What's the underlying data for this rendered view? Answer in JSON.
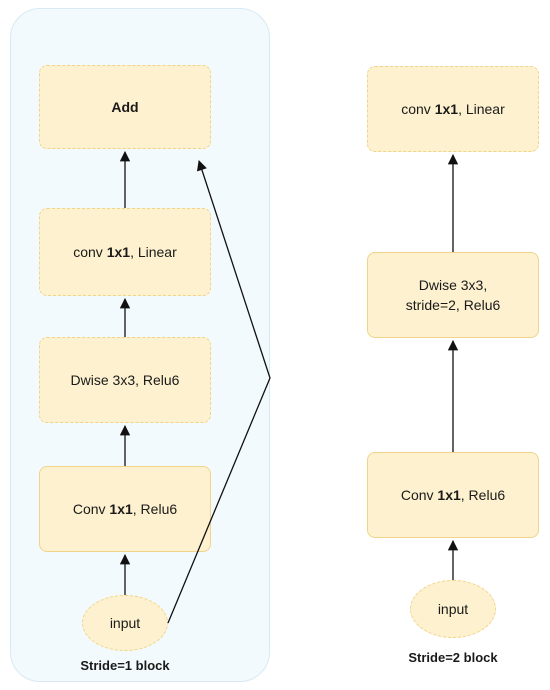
{
  "left_block": {
    "caption": "Stride=1 block",
    "add": "Add",
    "conv_linear": {
      "a": "conv ",
      "b": "1x1",
      "c": ", Linear"
    },
    "dwise": "Dwise 3x3,  Relu6",
    "conv_relu": {
      "a": "Conv ",
      "b": "1x1",
      "c": ",  Relu6"
    },
    "input": "input"
  },
  "right_block": {
    "caption": "Stride=2 block",
    "conv_linear": {
      "a": "conv ",
      "b": "1x1",
      "c": ", Linear"
    },
    "dwise": "Dwise 3x3,\n stride=2, Relu6",
    "conv_relu": {
      "a": "Conv ",
      "b": "1x1",
      "c": ",  Relu6"
    },
    "input": "input"
  },
  "colors": {
    "node_fill": "#fdf1cf",
    "node_border": "#f0d48a",
    "container_fill": "#f3fafd",
    "container_border": "#d7eaf3",
    "arrow": "#111111"
  }
}
